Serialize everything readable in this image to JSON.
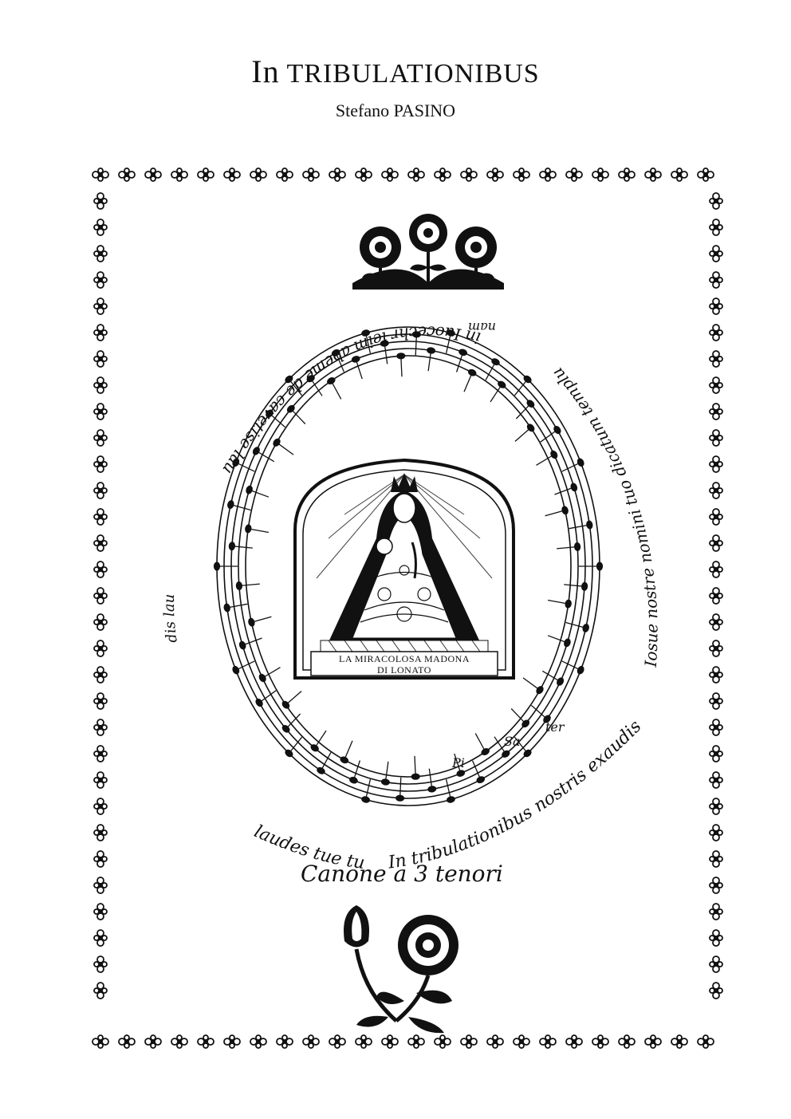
{
  "page": {
    "title_initial": "In",
    "title_rest": "tribulationibus",
    "composer": "Stefano PASINO"
  },
  "plate": {
    "medallion_caption_line1": "La Miracolosa Madona",
    "medallion_caption_line2": "di Lonato",
    "canon_label": "Canone a 3 tenori",
    "text_bottom_arc": "In tribulationibus nostris exaudis",
    "text_right_arc": "Iosue nostre nomini tuo dicatum templum",
    "text_top_arc": "in Iuocechr ieim abeme de cavetise lau",
    "text_left_arc": "laudes tue tu",
    "text_left_fragment": "dis lau",
    "syllable_pi": "Pi",
    "syllable_sa": "Sa",
    "syllable_ter": "ter",
    "syllable_nam": "nam"
  },
  "colors": {
    "ink": "#111111",
    "paper": "#ffffff"
  },
  "icons": {
    "border_ornament": "fleuron-icon",
    "top_vignette": "three-roses-icon",
    "bottom_vignette": "tulip-and-rose-icon"
  }
}
